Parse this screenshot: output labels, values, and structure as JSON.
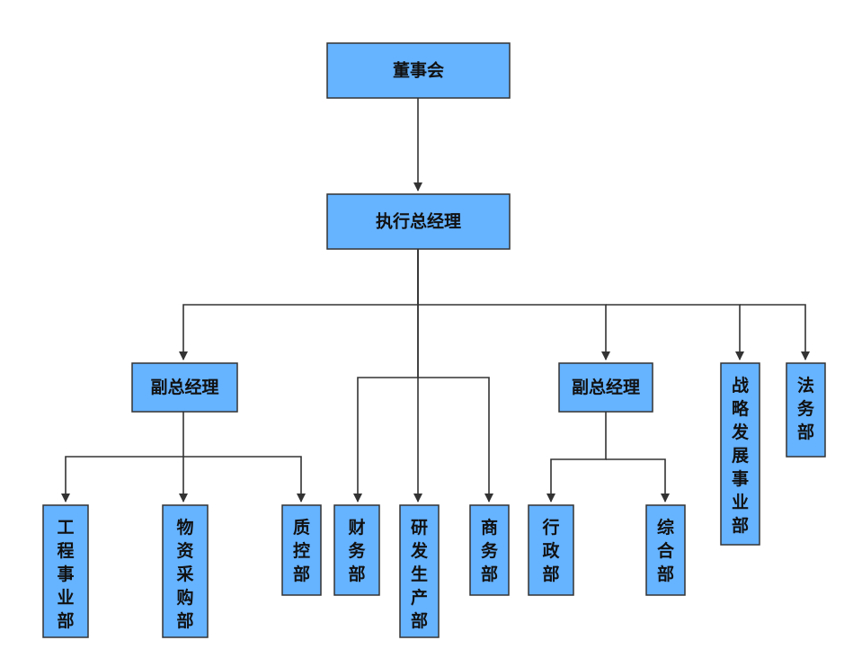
{
  "nodes": [
    {
      "key": "board",
      "label": "董事会"
    },
    {
      "key": "ceo",
      "label": "执行总经理"
    },
    {
      "key": "vp1",
      "label": "副总经理"
    },
    {
      "key": "vp2",
      "label": "副总经理"
    },
    {
      "key": "engineering",
      "label": "工程事业部"
    },
    {
      "key": "procurement",
      "label": "物资采购部"
    },
    {
      "key": "qc",
      "label": "质控部"
    },
    {
      "key": "finance",
      "label": "财务部"
    },
    {
      "key": "rd",
      "label": "研发生产部"
    },
    {
      "key": "business",
      "label": "商务部"
    },
    {
      "key": "admin",
      "label": "行政部"
    },
    {
      "key": "general",
      "label": "综合部"
    },
    {
      "key": "strategy",
      "label": "战略发展事业部"
    },
    {
      "key": "legal",
      "label": "法务部"
    }
  ],
  "edges": [
    {
      "from": "board",
      "to": "ceo"
    },
    {
      "from": "ceo",
      "to": "vp1"
    },
    {
      "from": "ceo",
      "to": "finance"
    },
    {
      "from": "ceo",
      "to": "rd"
    },
    {
      "from": "ceo",
      "to": "business"
    },
    {
      "from": "ceo",
      "to": "vp2"
    },
    {
      "from": "ceo",
      "to": "strategy"
    },
    {
      "from": "ceo",
      "to": "legal"
    },
    {
      "from": "vp1",
      "to": "engineering"
    },
    {
      "from": "vp1",
      "to": "procurement"
    },
    {
      "from": "vp1",
      "to": "qc"
    },
    {
      "from": "vp2",
      "to": "admin"
    },
    {
      "from": "vp2",
      "to": "general"
    }
  ]
}
